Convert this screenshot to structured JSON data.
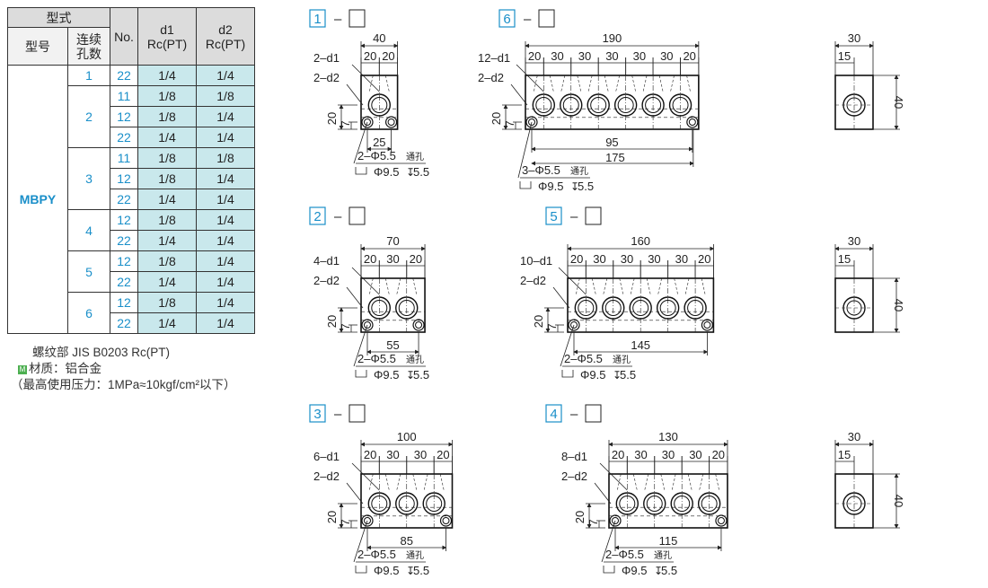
{
  "table": {
    "header": {
      "type": "型式",
      "model": "型号",
      "count": "连续\n孔数",
      "no": "No.",
      "d1": "d1",
      "d2": "d2",
      "rc": "Rc(PT)"
    },
    "model_name": "MBPY",
    "groups": [
      {
        "count": "1",
        "rows": [
          {
            "no": "22",
            "d1": "1/4",
            "d2": "1/4"
          }
        ]
      },
      {
        "count": "2",
        "rows": [
          {
            "no": "11",
            "d1": "1/8",
            "d2": "1/8"
          },
          {
            "no": "12",
            "d1": "1/8",
            "d2": "1/4"
          },
          {
            "no": "22",
            "d1": "1/4",
            "d2": "1/4"
          }
        ]
      },
      {
        "count": "3",
        "rows": [
          {
            "no": "11",
            "d1": "1/8",
            "d2": "1/8"
          },
          {
            "no": "12",
            "d1": "1/8",
            "d2": "1/4"
          },
          {
            "no": "22",
            "d1": "1/4",
            "d2": "1/4"
          }
        ]
      },
      {
        "count": "4",
        "rows": [
          {
            "no": "12",
            "d1": "1/8",
            "d2": "1/4"
          },
          {
            "no": "22",
            "d1": "1/4",
            "d2": "1/4"
          }
        ]
      },
      {
        "count": "5",
        "rows": [
          {
            "no": "12",
            "d1": "1/8",
            "d2": "1/4"
          },
          {
            "no": "22",
            "d1": "1/4",
            "d2": "1/4"
          }
        ]
      },
      {
        "count": "6",
        "rows": [
          {
            "no": "12",
            "d1": "1/8",
            "d2": "1/4"
          },
          {
            "no": "22",
            "d1": "1/4",
            "d2": "1/4"
          }
        ]
      }
    ]
  },
  "notes": {
    "thread": "螺纹部 JIS B0203 Rc(PT)",
    "material_badge": "M",
    "material": "材质：铝合金",
    "pressure": "（最高使用压力：1MPa≈10kgf/cm²以下）"
  },
  "drawings": [
    {
      "num": "1",
      "sep": "–",
      "total": "40",
      "spans": [
        "20",
        "20"
      ],
      "d1": "2–d1",
      "d2": "2–d2",
      "h20": "20",
      "h7": "7",
      "mount": "25",
      "hole": "2–Φ5.5",
      "thru": "通孔",
      "cb": "Φ9.5",
      "depth": "5.5"
    },
    {
      "num": "6",
      "sep": "–",
      "total": "190",
      "spans": [
        "20",
        "30",
        "30",
        "30",
        "30",
        "30",
        "20"
      ],
      "d1": "12–d1",
      "d2": "2–d2",
      "h20": "20",
      "h7": "7",
      "mount": "95",
      "mount2": "175",
      "hole": "3–Φ5.5",
      "thru": "通孔",
      "cb": "Φ9.5",
      "depth": "5.5"
    },
    {
      "num": "2",
      "sep": "–",
      "total": "70",
      "spans": [
        "20",
        "30",
        "20"
      ],
      "d1": "4–d1",
      "d2": "2–d2",
      "h20": "20",
      "h7": "7",
      "mount": "55",
      "hole": "2–Φ5.5",
      "thru": "通孔",
      "cb": "Φ9.5",
      "depth": "5.5"
    },
    {
      "num": "5",
      "sep": "–",
      "total": "160",
      "spans": [
        "20",
        "30",
        "30",
        "30",
        "30",
        "20"
      ],
      "d1": "10–d1",
      "d2": "2–d2",
      "h20": "20",
      "h7": "7",
      "mount": "145",
      "hole": "2–Φ5.5",
      "thru": "通孔",
      "cb": "Φ9.5",
      "depth": "5.5"
    },
    {
      "num": "3",
      "sep": "–",
      "total": "100",
      "spans": [
        "20",
        "30",
        "30",
        "20"
      ],
      "d1": "6–d1",
      "d2": "2–d2",
      "h20": "20",
      "h7": "7",
      "mount": "85",
      "hole": "2–Φ5.5",
      "thru": "通孔",
      "cb": "Φ9.5",
      "depth": "5.5"
    },
    {
      "num": "4",
      "sep": "–",
      "total": "130",
      "spans": [
        "20",
        "30",
        "30",
        "30",
        "20"
      ],
      "d1": "8–d1",
      "d2": "2–d2",
      "h20": "20",
      "h7": "7",
      "mount": "115",
      "hole": "2–Φ5.5",
      "thru": "通孔",
      "cb": "Φ9.5",
      "depth": "5.5"
    }
  ],
  "side_views": [
    {
      "width": "30",
      "offset": "15",
      "height": "40"
    },
    {
      "width": "30",
      "offset": "15",
      "height": "40"
    },
    {
      "width": "30",
      "offset": "15",
      "height": "40"
    }
  ],
  "colors": {
    "accent": "#1a8fc9",
    "cell": "#c9e8ec",
    "header": "#dcdcdc"
  }
}
